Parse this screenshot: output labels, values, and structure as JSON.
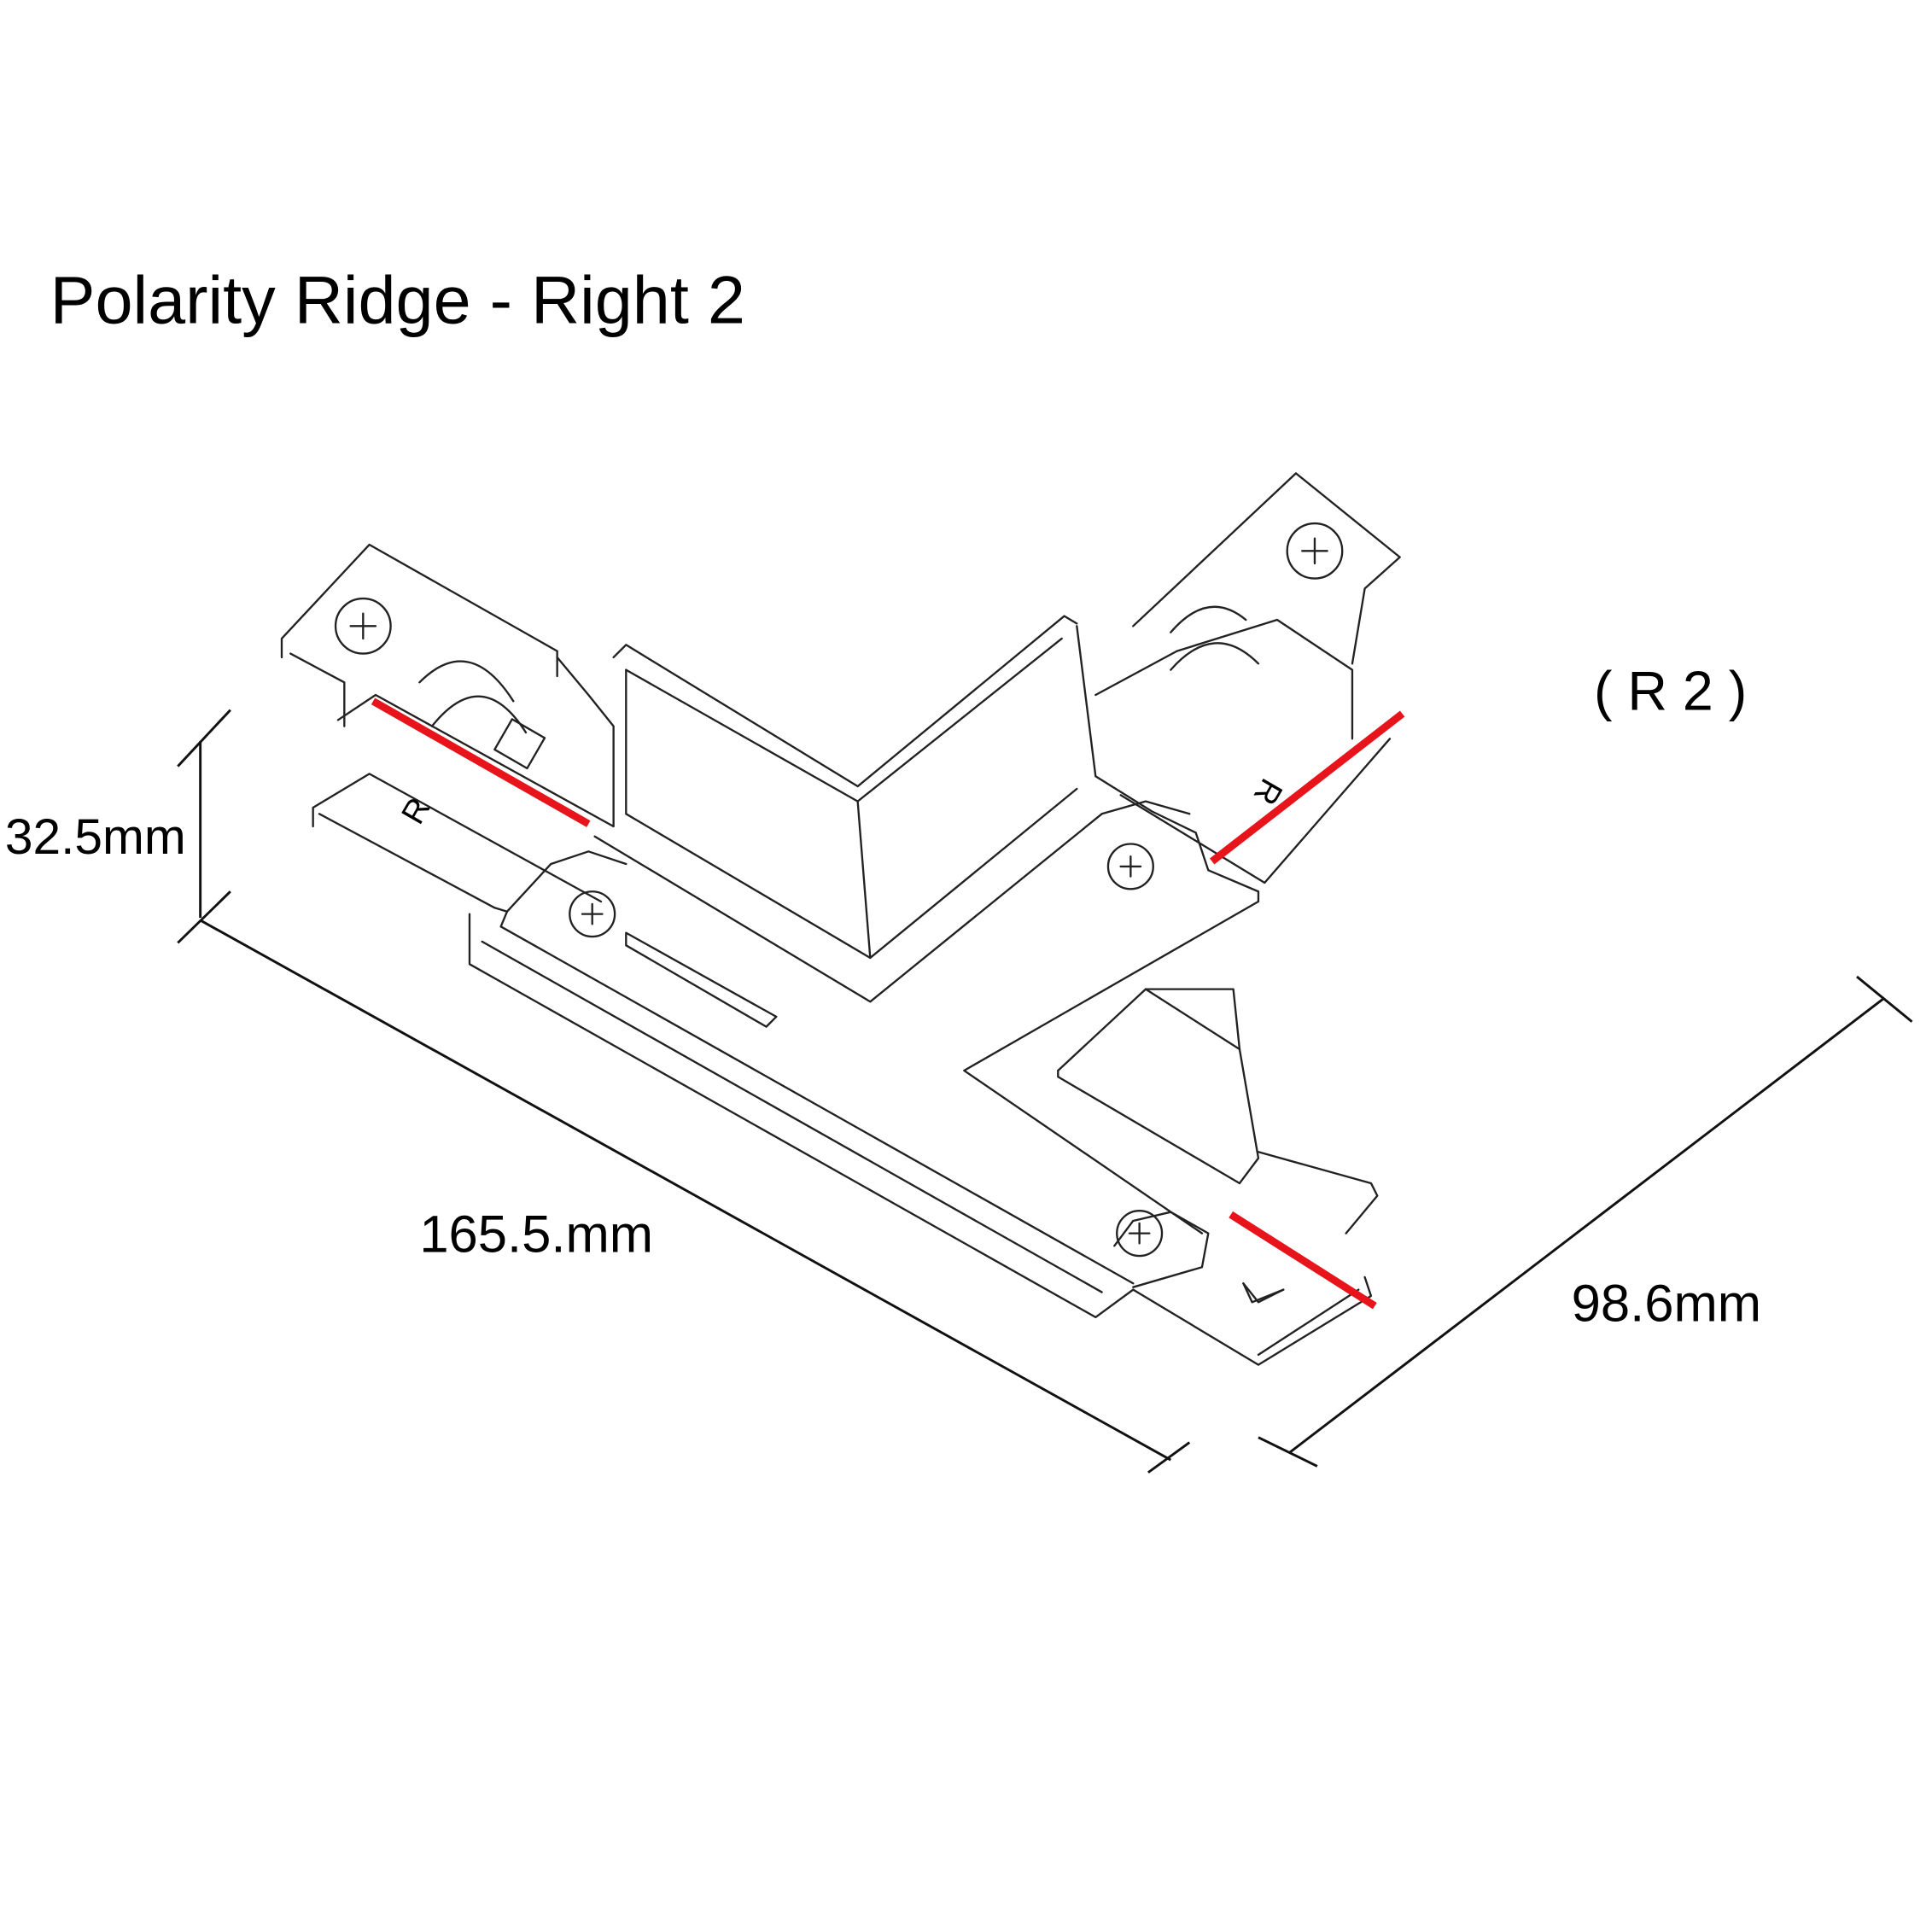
{
  "title": "Polarity Ridge - Right 2",
  "variant_label": "( R 2 )",
  "dimensions": {
    "height": "32.5mm",
    "length": "165.5.mm",
    "width": "98.6mm"
  },
  "end_markings": {
    "left_arm": "R",
    "right_arm": "R",
    "bottom_arm": "L"
  },
  "colors": {
    "polarity_ridge": "#e8141b",
    "outline": "#222222"
  }
}
